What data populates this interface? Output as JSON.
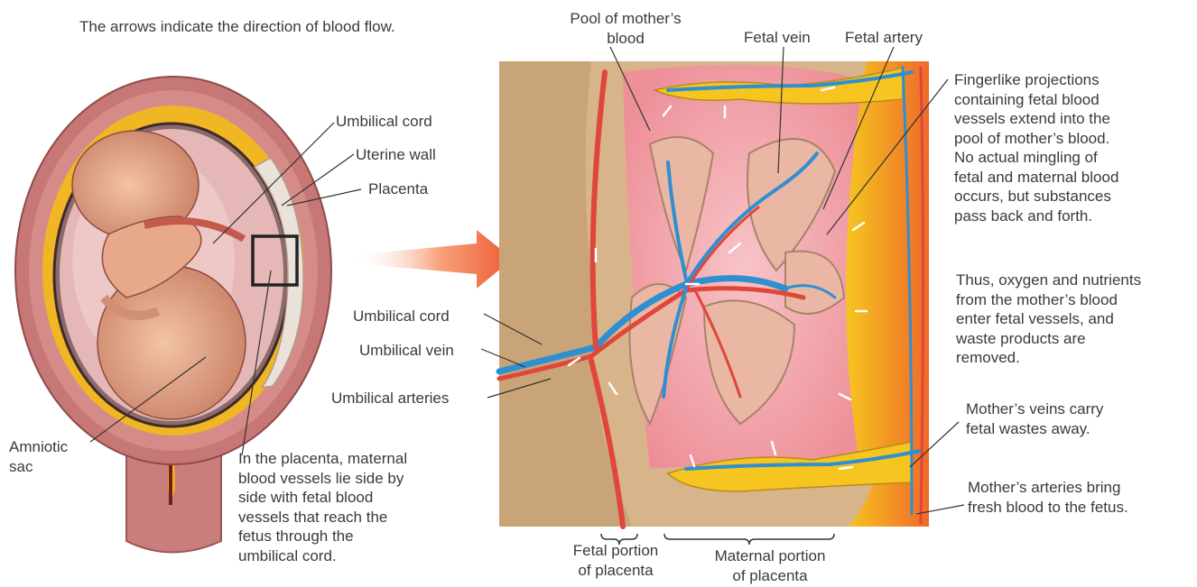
{
  "caption": "The arrows indicate the direction of blood flow.",
  "left_labels": {
    "umbilical_cord": "Umbilical cord",
    "uterine_wall": "Uterine wall",
    "placenta": "Placenta",
    "amniotic_sac": [
      "Amniotic",
      "sac"
    ],
    "placenta_note": [
      "In the placenta, maternal",
      "blood vessels lie side by",
      "side with fetal blood",
      "vessels that reach the",
      "fetus through the",
      "umbilical cord."
    ]
  },
  "detail_labels": {
    "pool_of_mothers_blood": [
      "Pool of mother’s",
      "blood"
    ],
    "fetal_vein": "Fetal vein",
    "fetal_artery": "Fetal artery",
    "umbilical_cord": "Umbilical cord",
    "umbilical_vein": "Umbilical vein",
    "umbilical_arteries": "Umbilical arteries",
    "fetal_portion": [
      "Fetal portion",
      "of placenta"
    ],
    "maternal_portion": [
      "Maternal portion",
      "of placenta"
    ]
  },
  "right_notes": {
    "projections": [
      "Fingerlike projections",
      "containing fetal blood",
      "vessels extend into the",
      "pool of mother’s blood.",
      "No actual mingling of",
      "fetal and maternal blood",
      "occurs, but substances",
      "pass back and forth."
    ],
    "exchange": [
      "Thus, oxygen and nutrients",
      "from the mother’s blood",
      "enter fetal vessels, and",
      "waste products are",
      "removed."
    ],
    "mothers_veins": [
      "Mother’s veins carry",
      "fetal wastes away."
    ],
    "mothers_arteries": [
      "Mother’s arteries bring",
      "fresh blood to the fetus."
    ]
  },
  "colors": {
    "fetal_artery_red": "#e0463a",
    "vein_blue": "#2f8fd0",
    "pool_pink": "#f3a6ad",
    "maternal_yellow": "#f6c520",
    "uterus_pink": "#c9777a",
    "background_tan": "#d9b58c",
    "arrow_orange": "#f26b3a"
  }
}
